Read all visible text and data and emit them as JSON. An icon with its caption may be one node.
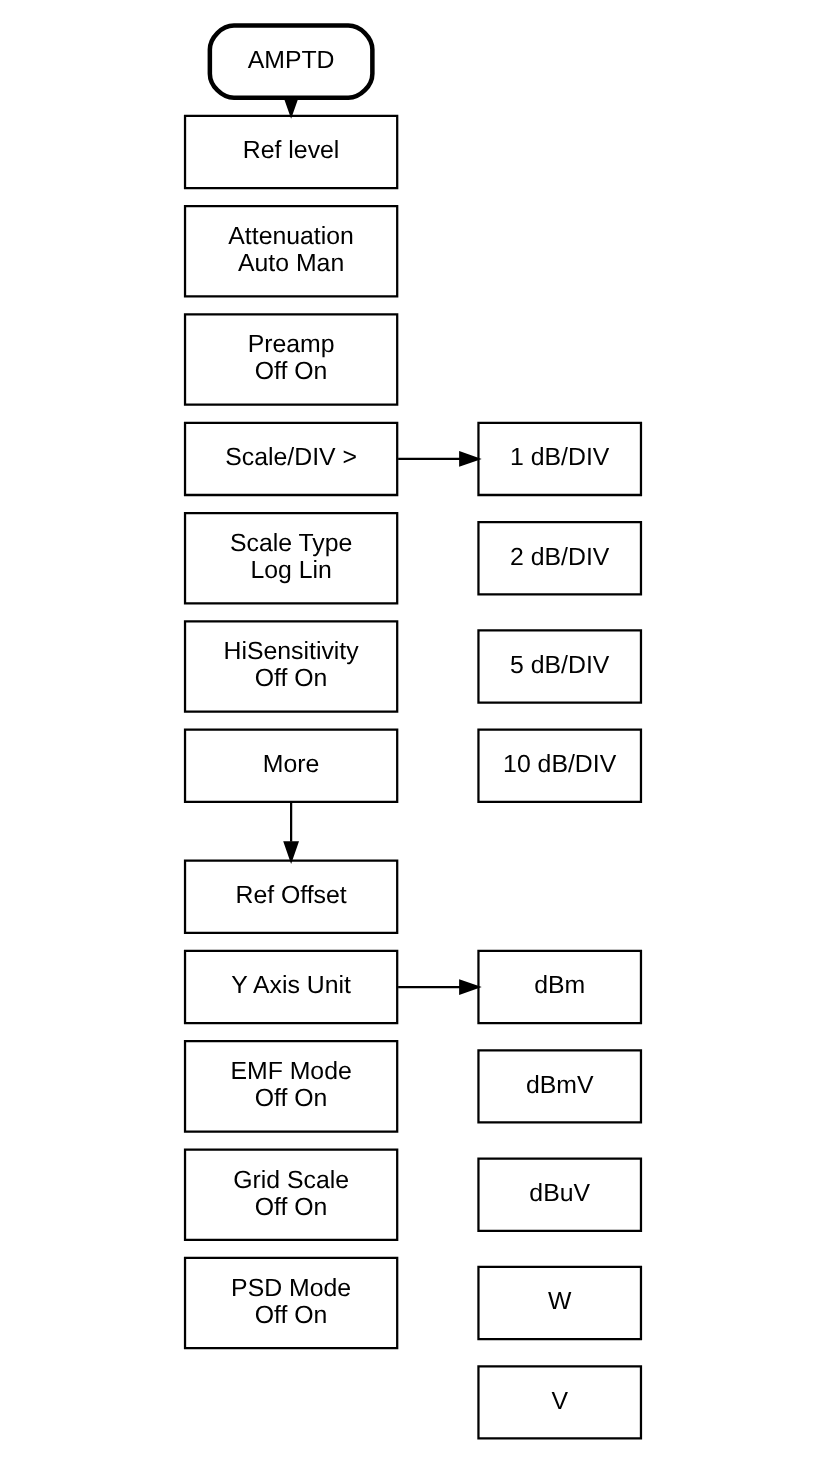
{
  "diagram": {
    "nodes": [
      {
        "text": [
          "AMPTD"
        ]
      },
      {
        "text": [
          "Ref level"
        ]
      },
      {
        "text": [
          "Attenuation",
          "Auto Man"
        ]
      },
      {
        "text": [
          "Preamp",
          "Off On"
        ]
      },
      {
        "text": [
          "Scale/DIV >"
        ]
      },
      {
        "text": [
          "Scale Type",
          "Log Lin"
        ]
      },
      {
        "text": [
          "HiSensitivity",
          "Off On"
        ]
      },
      {
        "text": [
          "More"
        ]
      },
      {
        "text": [
          "1 dB/DIV"
        ]
      },
      {
        "text": [
          "2 dB/DIV"
        ]
      },
      {
        "text": [
          "5 dB/DIV"
        ]
      },
      {
        "text": [
          "10 dB/DIV"
        ]
      },
      {
        "text": [
          "Ref Offset"
        ]
      },
      {
        "text": [
          "Y Axis Unit"
        ]
      },
      {
        "text": [
          "EMF Mode",
          "Off On"
        ]
      },
      {
        "text": [
          "Grid Scale",
          "Off On"
        ]
      },
      {
        "text": [
          "PSD Mode",
          "Off On"
        ]
      },
      {
        "text": [
          "dBm"
        ]
      },
      {
        "text": [
          "dBmV"
        ]
      },
      {
        "text": [
          "dBuV"
        ]
      },
      {
        "text": [
          "W"
        ]
      },
      {
        "text": [
          "V"
        ]
      }
    ],
    "edges": [
      {
        "from": 0,
        "to": 1,
        "arrow": "to"
      },
      {
        "from": 4,
        "to": 8,
        "arrow": "to"
      },
      {
        "from": 7,
        "to": 12,
        "arrow": "to"
      },
      {
        "from": 13,
        "to": 17,
        "arrow": "to"
      }
    ]
  }
}
